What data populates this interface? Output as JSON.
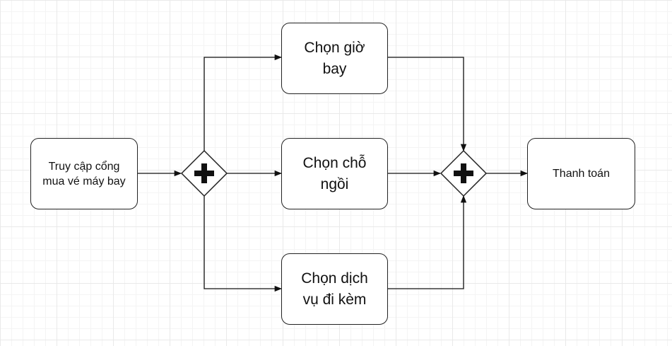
{
  "nodes": {
    "start": "Truy cập cổng mua vé máy bay",
    "flight_time": "Chọn giờ bay",
    "seat": "Chọn chỗ ngồi",
    "extra_services": "Chọn dịch vụ đi kèm",
    "payment": "Thanh toán"
  },
  "gateways": {
    "split": {
      "type": "parallel",
      "symbol": "+"
    },
    "join": {
      "type": "parallel",
      "symbol": "+"
    }
  },
  "colors": {
    "stroke": "#222222",
    "fill": "#ffffff",
    "grid": "#e9e9e9"
  }
}
